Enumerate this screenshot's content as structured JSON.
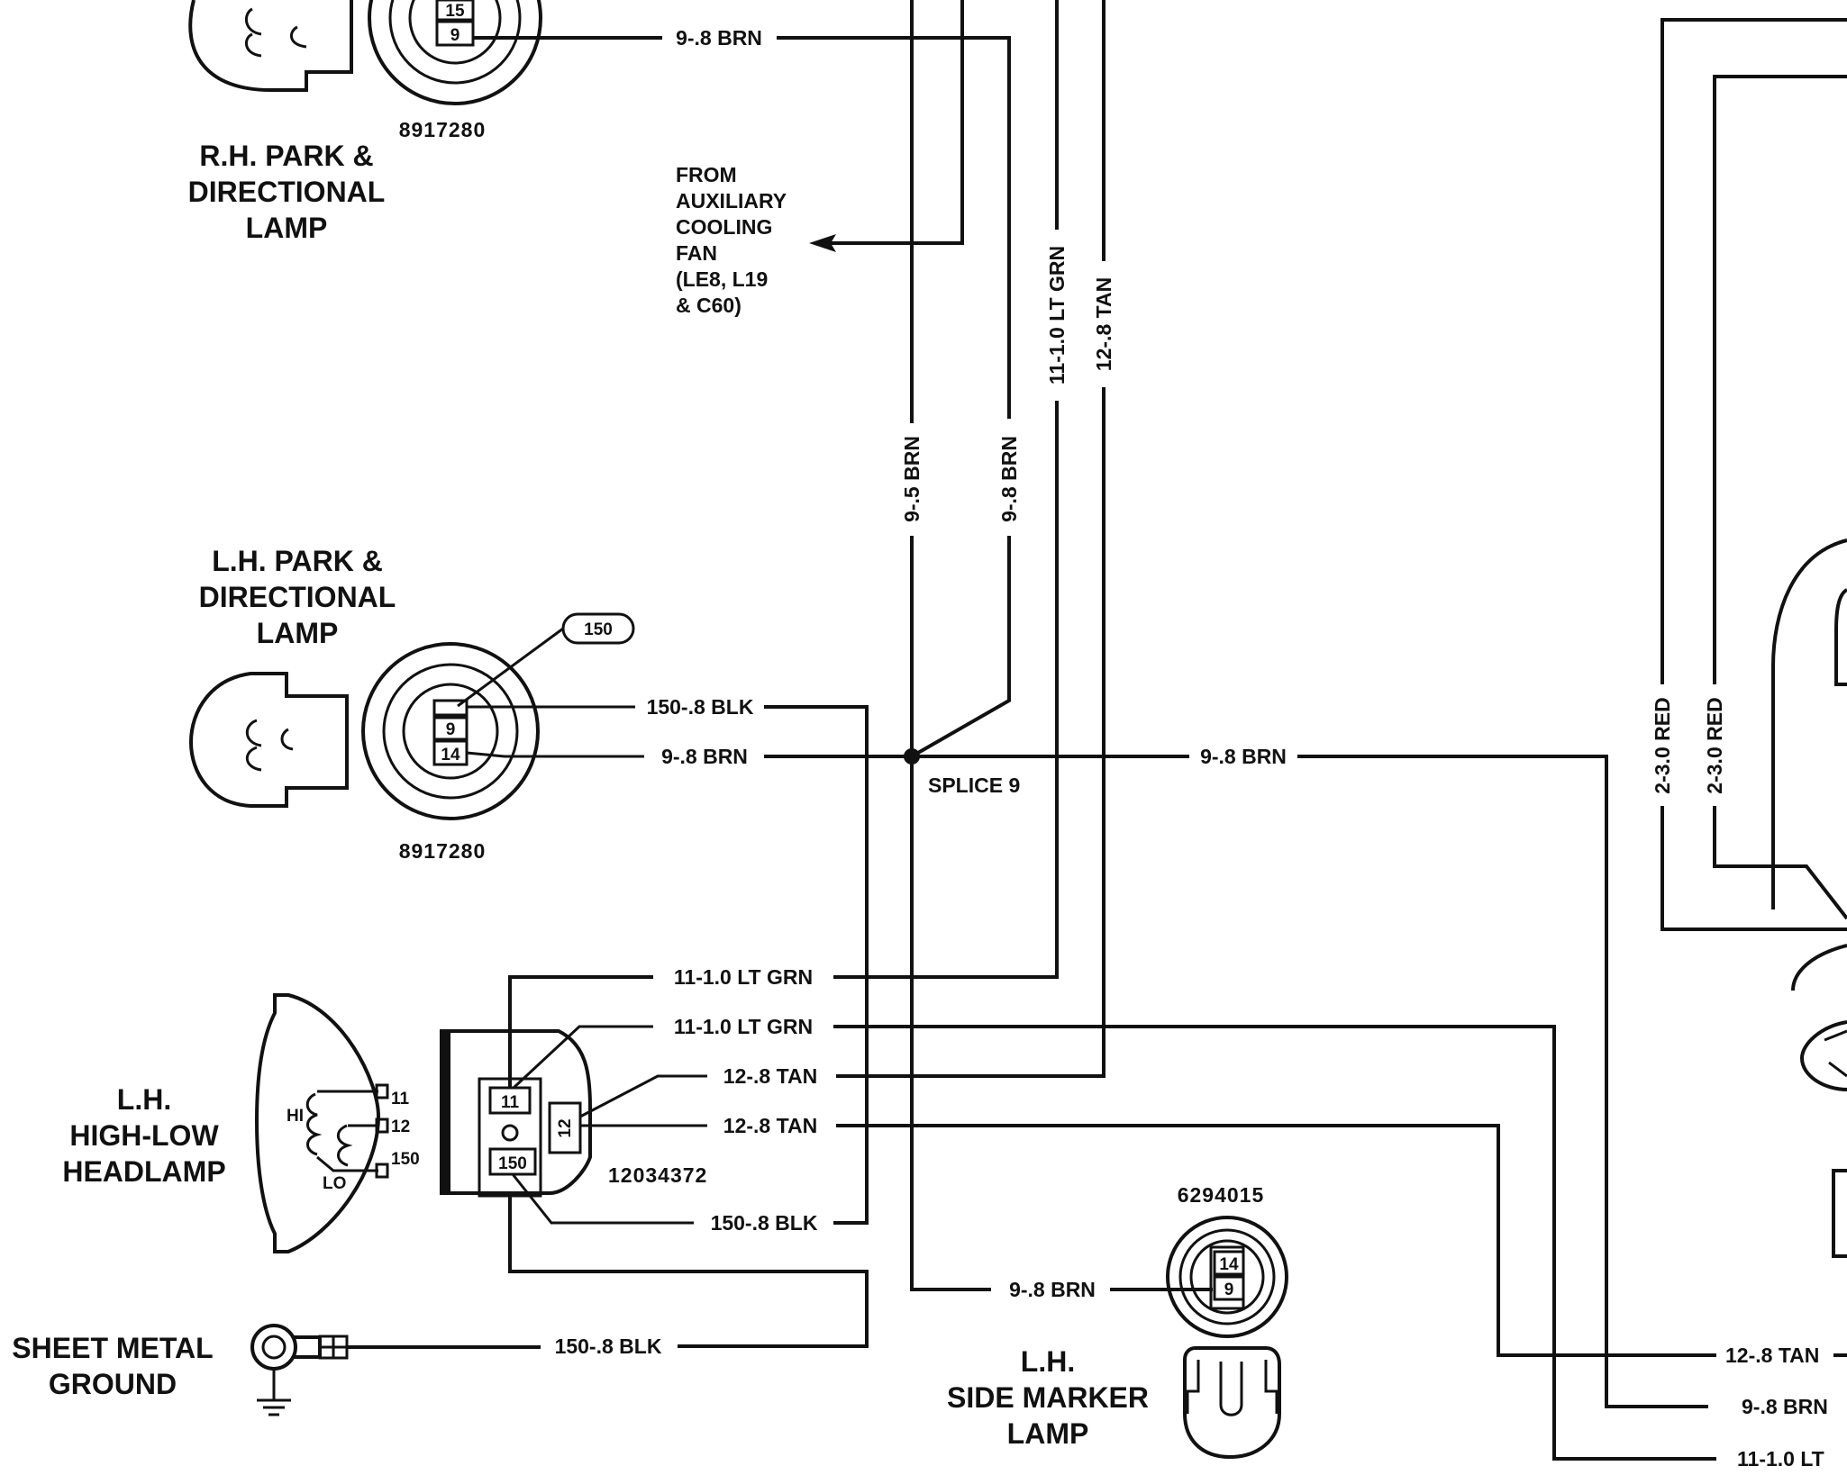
{
  "components": {
    "rh_park_lamp": {
      "name_lines": [
        "R.H. PARK &",
        "DIRECTIONAL",
        "LAMP"
      ],
      "part_number": "8917280",
      "pins": [
        "15",
        "9"
      ]
    },
    "lh_park_lamp": {
      "name_lines": [
        "L.H. PARK &",
        "DIRECTIONAL",
        "LAMP"
      ],
      "part_number": "8917280",
      "pins": [
        "9",
        "14"
      ],
      "callout": "150"
    },
    "aux_fan_note": {
      "lines": [
        "FROM",
        "AUXILIARY",
        "COOLING",
        "FAN",
        "(LE8, L19",
        "& C60)"
      ]
    },
    "lh_headlamp": {
      "name_lines": [
        "L.H.",
        "HIGH-LOW",
        "HEADLAMP"
      ],
      "hi": "HI",
      "lo": "LO",
      "terminals": [
        "11",
        "12",
        "150"
      ]
    },
    "headlamp_connector": {
      "part_number": "12034372",
      "pins": [
        "11",
        "12",
        "150"
      ]
    },
    "sheet_metal_ground": {
      "name_lines": [
        "SHEET METAL",
        "GROUND"
      ]
    },
    "lh_side_marker": {
      "name_lines": [
        "L.H.",
        "SIDE MARKER",
        "LAMP"
      ],
      "part_number": "6294015",
      "pins": [
        "14",
        "9"
      ]
    },
    "splice": {
      "label": "SPLICE 9"
    }
  },
  "wires": {
    "rh_park_brn": "9-.8 BRN",
    "v_95_brn": "9-.5 BRN",
    "v_98_brn": "9-.8 BRN",
    "v_ltgrn": "11-1.0 LT GRN",
    "v_tan": "12-.8 TAN",
    "lh_park_blk": "150-.8 BLK",
    "lh_park_brn": "9-.8 BRN",
    "splice_right_brn": "9-.8 BRN",
    "hl_ltgrn_1": "11-1.0 LT GRN",
    "hl_ltgrn_2": "11-1.0 LT GRN",
    "hl_tan_1": "12-.8 TAN",
    "hl_tan_2": "12-.8 TAN",
    "hl_blk": "150-.8 BLK",
    "ground_blk": "150-.8 BLK",
    "side_marker_brn": "9-.8 BRN",
    "red_1": "2-3.0 RED",
    "red_2": "2-3.0 RED",
    "right_tan": "12-.8 TAN",
    "right_ltgrn": "11-1.0 LT",
    "right_brn": "9-.8 BRN"
  }
}
